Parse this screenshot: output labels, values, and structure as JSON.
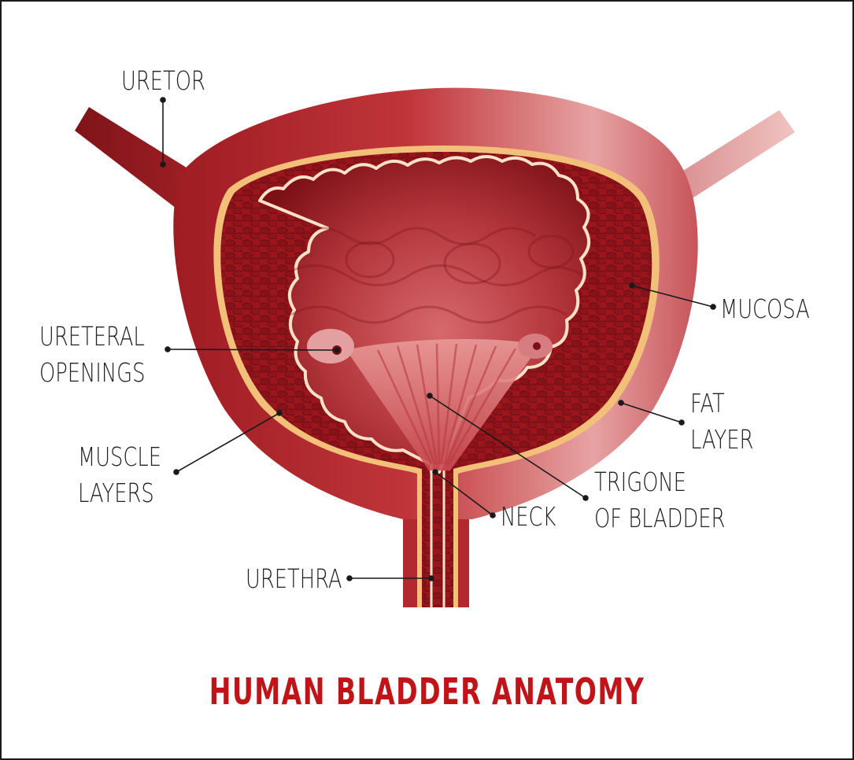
{
  "title": "HUMAN BLADDER ANATOMY",
  "labels": {
    "uretor": "URETOR",
    "ureteral_openings": [
      "URETERAL",
      "OPENINGS"
    ],
    "muscle_layers": [
      "MUSCLE",
      "LAYERS"
    ],
    "urethra": "URETHRA",
    "mucosa": "MUCOSA",
    "fat_layer": [
      "FAT",
      "LAYER"
    ],
    "trigone": [
      "TRIGONE",
      "OF BLADDER"
    ],
    "neck": "NECK"
  },
  "colors": {
    "title": "#c01418",
    "outer_wall": "#b4272e",
    "muscle": "#8e1419",
    "fat": "#f4c27a",
    "mucosa_line": "#fbe1c8",
    "lumen": "#a8272f",
    "ureter": "#8f1c22"
  }
}
